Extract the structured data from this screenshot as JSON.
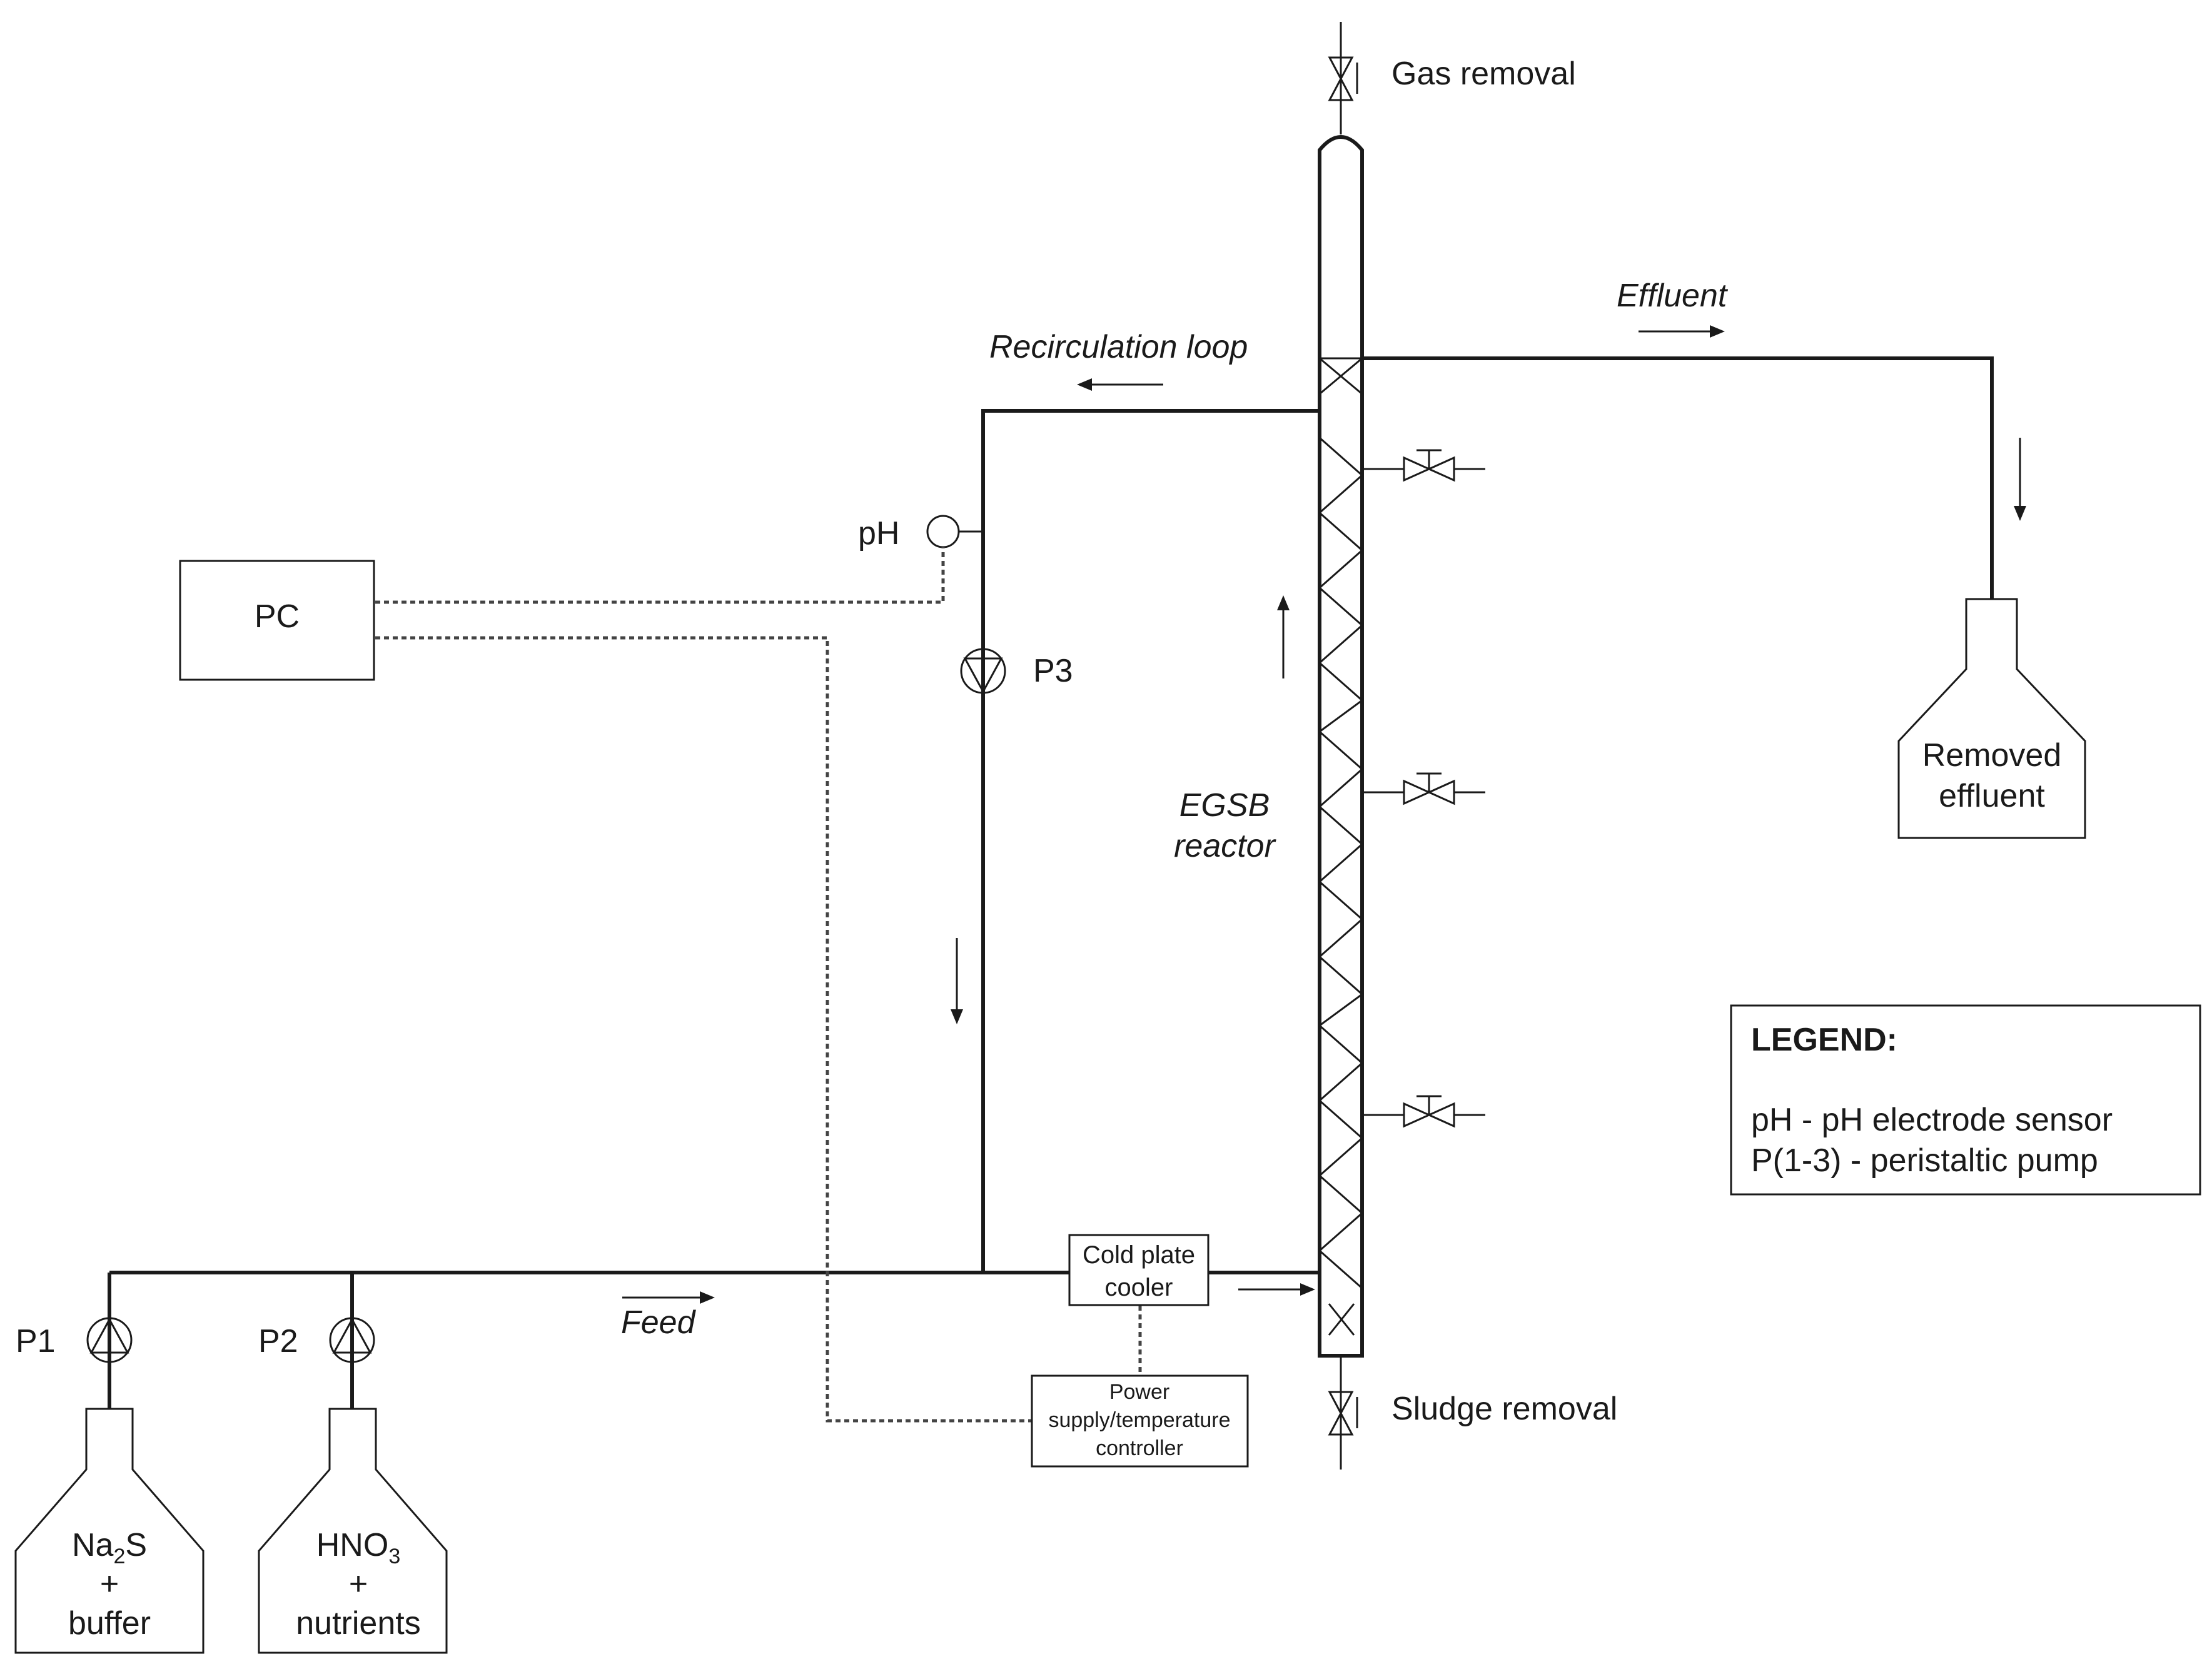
{
  "labels": {
    "gas_removal": "Gas removal",
    "effluent": "Effluent",
    "recirculation_loop": "Recirculation loop",
    "ph": "pH",
    "pc": "PC",
    "p3": "P3",
    "egsb_line1": "EGSB",
    "egsb_line2": "reactor",
    "removed_line1": "Removed",
    "removed_line2": "effluent",
    "feed": "Feed",
    "cold_plate_line1": "Cold plate",
    "cold_plate_line2": "cooler",
    "power_line1": "Power",
    "power_line2": "supply/temperature",
    "power_line3": "controller",
    "sludge_removal": "Sludge removal",
    "p1": "P1",
    "p2": "P2",
    "bottle1_line1_main": "Na",
    "bottle1_line1_sub": "2",
    "bottle1_line1_tail": "S",
    "bottle1_line2": "+",
    "bottle1_line3": "buffer",
    "bottle2_line1_main": "HNO",
    "bottle2_line1_sub": "3",
    "bottle2_line2": "+",
    "bottle2_line3": "nutrients"
  },
  "legend": {
    "title": "LEGEND:",
    "line1": "pH - pH electrode sensor",
    "line2": "P(1-3) - peristaltic pump"
  }
}
